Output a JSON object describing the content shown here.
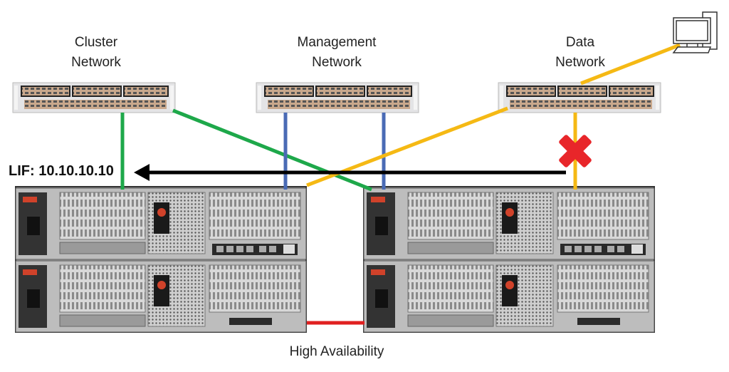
{
  "networks": {
    "cluster": {
      "line1": "Cluster",
      "line2": "Network",
      "color": "#1ea84a"
    },
    "management": {
      "line1": "Management",
      "line2": "Network",
      "color": "#4a6bb5"
    },
    "data": {
      "line1": "Data",
      "line2": "Network",
      "color": "#f5b914"
    }
  },
  "lif_label": "LIF: 10.10.10.10",
  "ha_label": "High Availability",
  "ha_color": "#e02020",
  "failure_marker_color": "#e8262a",
  "icons": [
    "network-switch",
    "storage-controller",
    "desktop-computer",
    "red-x-failure",
    "arrow-left"
  ]
}
